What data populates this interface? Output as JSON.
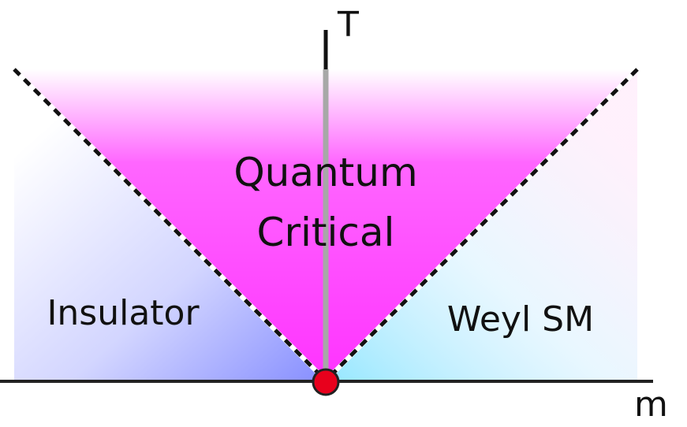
{
  "axes": {
    "x_label": "m",
    "y_label": "T"
  },
  "regions": {
    "insulator": "Insulator",
    "critical_line1": "Quantum",
    "critical_line2": "Critical",
    "weyl": "Weyl SM"
  },
  "colors": {
    "critical_region": "#ff33ff",
    "insulator_region": "#8088ff",
    "weyl_region": "#8fe6ff",
    "weyl_tint": "#ffd6f5",
    "critical_point": "#e8001c",
    "axis": "#222222",
    "center_line": "#a8a8a8",
    "boundary": "#111111"
  }
}
